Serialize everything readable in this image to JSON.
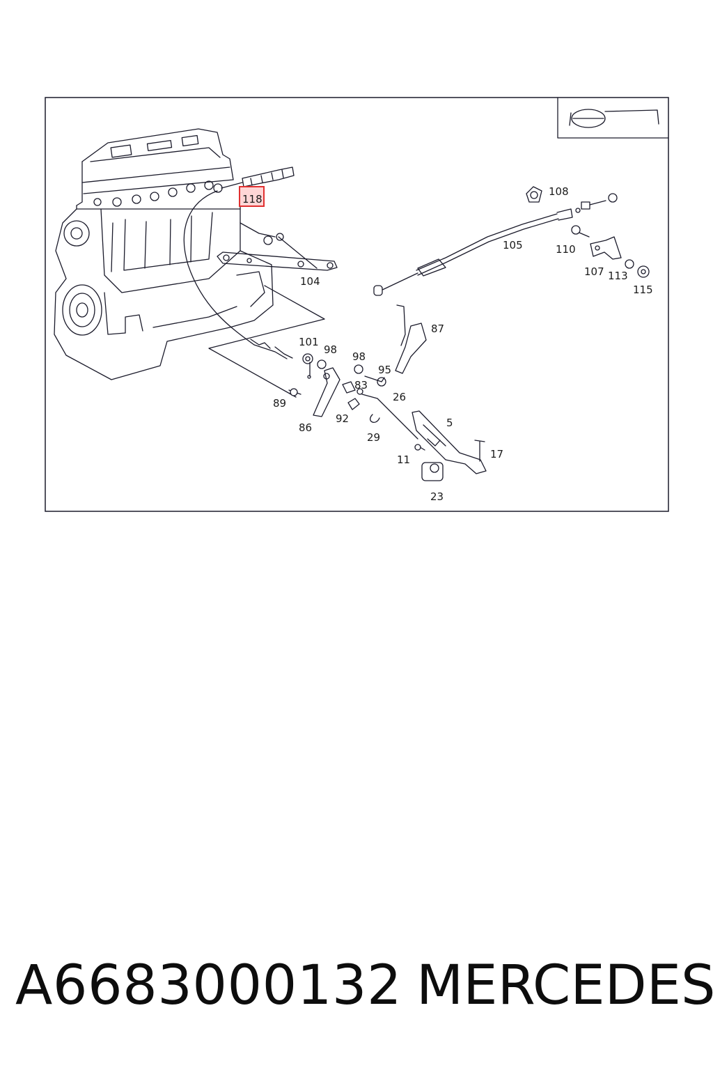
{
  "diagram": {
    "callouts": [
      {
        "id": "c118",
        "text": "118",
        "highlighted": true
      },
      {
        "id": "c108",
        "text": "108"
      },
      {
        "id": "c105",
        "text": "105"
      },
      {
        "id": "c110",
        "text": "110"
      },
      {
        "id": "c107",
        "text": "107"
      },
      {
        "id": "c113",
        "text": "113"
      },
      {
        "id": "c115",
        "text": "115"
      },
      {
        "id": "c104",
        "text": "104"
      },
      {
        "id": "c87",
        "text": "87"
      },
      {
        "id": "c101",
        "text": "101"
      },
      {
        "id": "c98a",
        "text": "98"
      },
      {
        "id": "c98b",
        "text": "98"
      },
      {
        "id": "c95",
        "text": "95"
      },
      {
        "id": "c83",
        "text": "83"
      },
      {
        "id": "c26",
        "text": "26"
      },
      {
        "id": "c89",
        "text": "89"
      },
      {
        "id": "c92",
        "text": "92"
      },
      {
        "id": "c86",
        "text": "86"
      },
      {
        "id": "c29",
        "text": "29"
      },
      {
        "id": "c5",
        "text": "5"
      },
      {
        "id": "c17",
        "text": "17"
      },
      {
        "id": "c11",
        "text": "11"
      },
      {
        "id": "c23",
        "text": "23"
      }
    ],
    "highlight_color": "#e03030",
    "line_color": "#1a1a2a"
  },
  "footer": {
    "part_number": "A6683000132",
    "brand": "MERCEDES"
  }
}
